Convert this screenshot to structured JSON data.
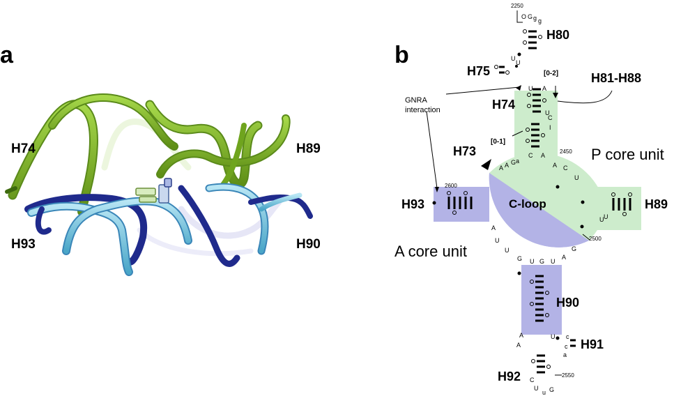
{
  "panel_a": {
    "letter": "a",
    "labels": {
      "h74": "H74",
      "h89": "H89",
      "h93": "H93",
      "h90": "H90"
    },
    "colors": {
      "green": "#8cc63f",
      "dark_green": "#5a8a1a",
      "cyan": "#7ec8e3",
      "navy": "#1f2a8c"
    }
  },
  "panel_b": {
    "letter": "b",
    "helices": {
      "h80": "H80",
      "h75": "H75",
      "h81_88": "H81-H88",
      "h74": "H74",
      "h73": "H73",
      "h93": "H93",
      "h89": "H89",
      "h90": "H90",
      "h91": "H91",
      "h92": "H92"
    },
    "c_loop": "C-loop",
    "p_core": "P core unit",
    "a_core": "A core unit",
    "gnra": "GNRA\ninteraction",
    "gnra_line1": "GNRA",
    "gnra_line2": "interaction",
    "brackets": {
      "b02": "[0-2]",
      "b01": "[0-1]"
    },
    "numbers": {
      "n2250": "2250",
      "n2450": "2450",
      "n2600": "2600",
      "n2500": "2500",
      "n2550": "2550"
    },
    "colors": {
      "p_core": "#cdeccc",
      "a_core": "#b3b3e6"
    }
  }
}
